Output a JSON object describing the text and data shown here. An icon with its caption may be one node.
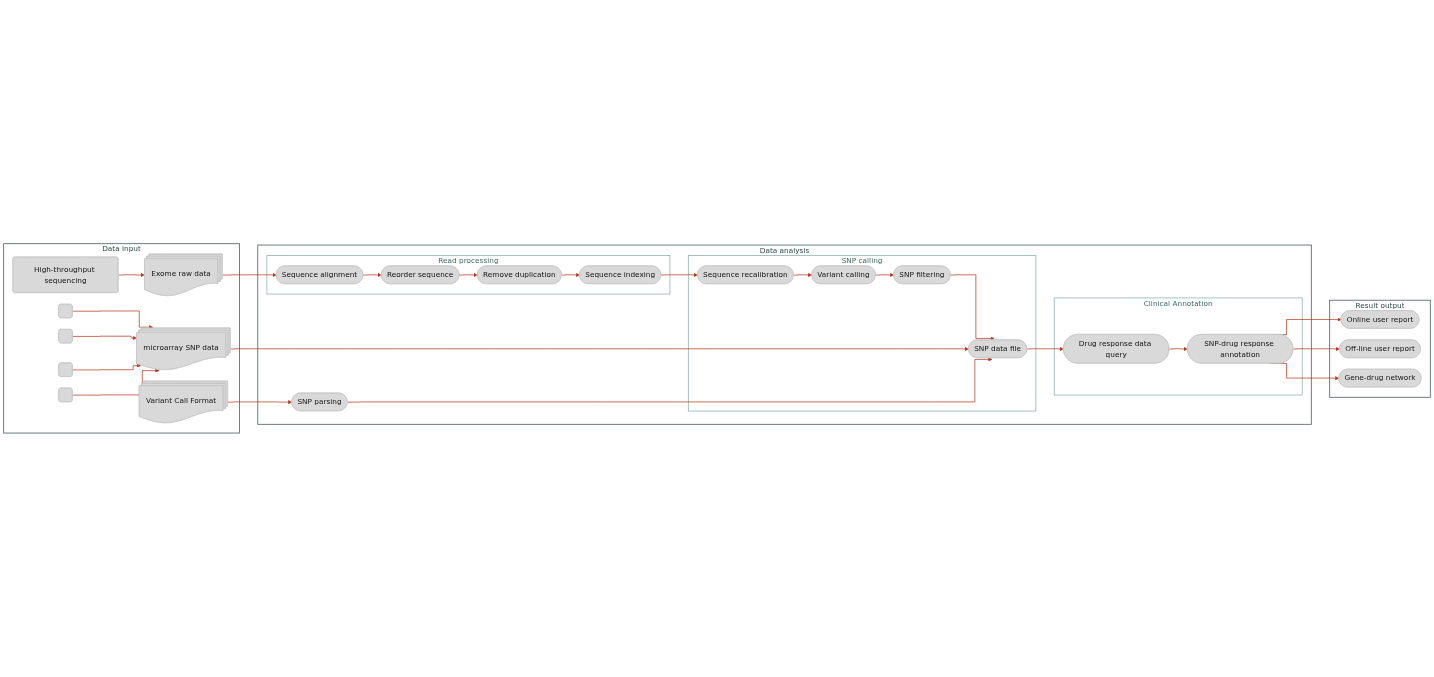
{
  "diagram": {
    "nodes": [
      {
        "text": [
          "Data input"
        ]
      },
      {
        "text": [
          "High-throughput sequencing"
        ],
        "in": 0
      },
      {
        "text": [
          "Exome raw data"
        ],
        "in": 0
      },
      {
        "text": [],
        "shape": "box",
        "in": 0
      },
      {
        "text": [],
        "shape": "box",
        "in": 0
      },
      {
        "text": [],
        "shape": "box",
        "in": 0
      },
      {
        "text": [],
        "shape": "box",
        "in": 0
      },
      {
        "text": [
          "microarray SNP data"
        ],
        "in": 0
      },
      {
        "text": [
          "Variant Call Format"
        ],
        "in": 0
      },
      {
        "text": [
          "Data analysis"
        ]
      },
      {
        "text": [
          "Read processing"
        ],
        "in": 9
      },
      {
        "text": [
          "Sequence alignment"
        ],
        "in": 10
      },
      {
        "text": [
          "Reorder sequence"
        ],
        "in": 10
      },
      {
        "text": [
          "Remove duplication"
        ],
        "in": 10
      },
      {
        "text": [
          "Sequence indexing"
        ],
        "in": 10
      },
      {
        "text": [
          "SNP calling"
        ],
        "in": 9
      },
      {
        "text": [
          "Sequence recalibration"
        ],
        "in": 15
      },
      {
        "text": [
          "Variant calling"
        ],
        "in": 15
      },
      {
        "text": [
          "SNP filtering"
        ],
        "in": 15
      },
      {
        "text": [
          "SNP data file"
        ],
        "in": 15
      },
      {
        "text": [
          "Clinical Annotation"
        ],
        "in": 9
      },
      {
        "text": [
          "Drug response data query"
        ],
        "in": 20
      },
      {
        "text": [
          "SNP-drug response annotation"
        ],
        "in": 20
      },
      {
        "text": [
          "SNP parsing"
        ],
        "in": 9
      },
      {
        "text": [
          "Result output"
        ]
      },
      {
        "text": [
          "Online user report"
        ],
        "in": 24
      },
      {
        "text": [
          "Off-line user report"
        ],
        "in": 24
      },
      {
        "text": [
          "Gene-drug network"
        ],
        "in": 24
      }
    ],
    "edges": [
      {
        "from": 1,
        "to": 2,
        "arrow": "to"
      },
      {
        "from": 2,
        "to": 11,
        "arrow": "to"
      },
      {
        "from": 11,
        "to": 12,
        "arrow": "to"
      },
      {
        "from": 12,
        "to": 13,
        "arrow": "to"
      },
      {
        "from": 13,
        "to": 14,
        "arrow": "to"
      },
      {
        "from": 14,
        "to": 16,
        "arrow": "to"
      },
      {
        "from": 16,
        "to": 17,
        "arrow": "to"
      },
      {
        "from": 17,
        "to": 18,
        "arrow": "to"
      },
      {
        "from": 18,
        "to": 19,
        "arrow": "to"
      },
      {
        "from": 19,
        "to": 21,
        "arrow": "to"
      },
      {
        "from": 21,
        "to": 22,
        "arrow": "to"
      },
      {
        "from": 22,
        "to": 25,
        "arrow": "to"
      },
      {
        "from": 22,
        "to": 26,
        "arrow": "to"
      },
      {
        "from": 22,
        "to": 27,
        "arrow": "to"
      },
      {
        "from": 3,
        "to": 7,
        "arrow": "to"
      },
      {
        "from": 4,
        "to": 7,
        "arrow": "to"
      },
      {
        "from": 5,
        "to": 7,
        "arrow": "to"
      },
      {
        "from": 6,
        "to": 7,
        "arrow": "to"
      },
      {
        "from": 7,
        "to": 19,
        "arrow": "to"
      },
      {
        "from": 8,
        "to": 23,
        "arrow": "to"
      },
      {
        "from": 23,
        "to": 19,
        "arrow": "to"
      }
    ]
  }
}
